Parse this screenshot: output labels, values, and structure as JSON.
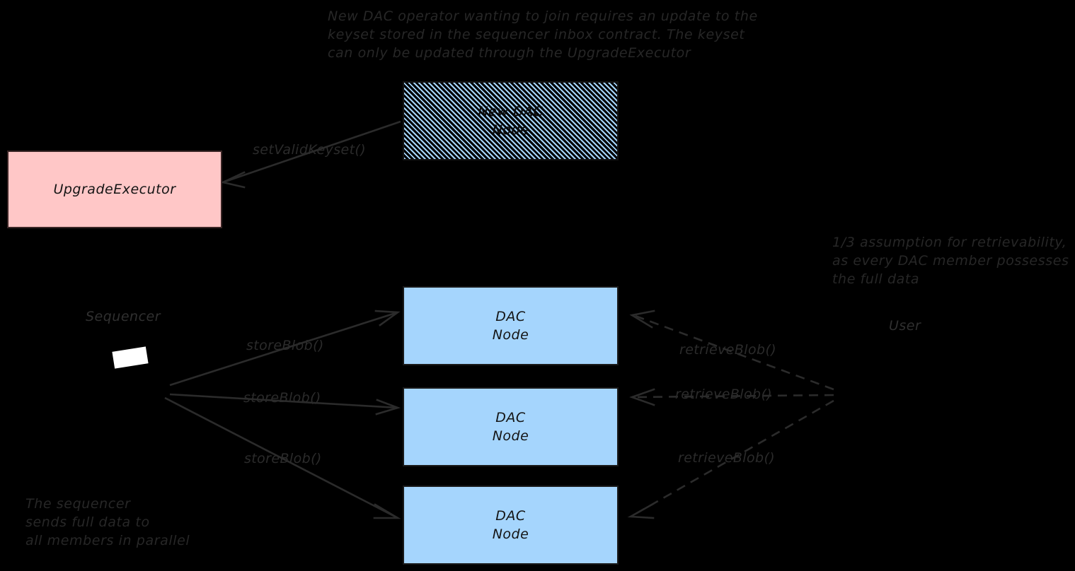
{
  "diagram": {
    "title_annotation": "New DAC operator wanting to join requires an update to the\nkeyset stored in the sequencer inbox contract. The keyset\ncan only be updated through the UpgradeExecutor",
    "retrievability_annotation": "1/3 assumption for retrievability,\nas every DAC member possesses\nthe full data",
    "sequencer_annotation": "The sequencer\nsends full data to\nall members in parallel"
  },
  "actors": {
    "sequencer_label": "Sequencer",
    "user_label": "User"
  },
  "nodes": {
    "new_dac_node": "New DAC\nNode",
    "upgrade_executor": "UpgradeExecutor",
    "dac_node_1": "DAC\nNode",
    "dac_node_2": "DAC\nNode",
    "dac_node_3": "DAC\nNode"
  },
  "edges": {
    "set_valid_keyset": "setValidKeyset()",
    "store_blob_1": "storeBlob()",
    "store_blob_2": "storeBlob()",
    "store_blob_3": "storeBlob()",
    "retrieve_blob_1": "retrieveBlob()",
    "retrieve_blob_2": "retrieveBlob()",
    "retrieve_blob_3": "retrieveBlob()"
  },
  "colors": {
    "background": "#000000",
    "dac_node_fill": "#a5d5fd",
    "upgrade_executor_fill": "#ffc7c7",
    "stroke": "#2b2b2b",
    "text": "#272727"
  }
}
